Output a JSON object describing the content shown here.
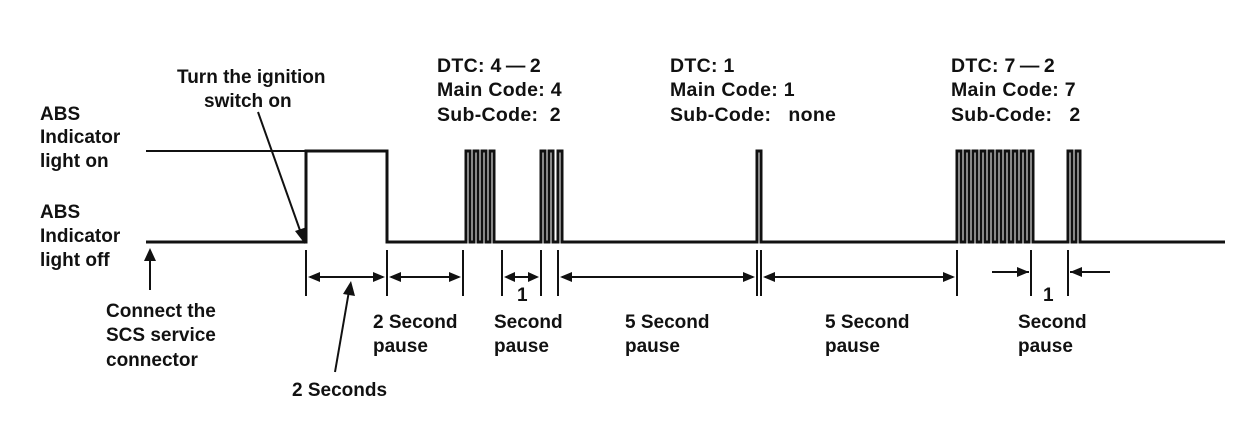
{
  "labels": {
    "on_line1": "ABS",
    "on_line2": "Indicator",
    "on_line3": "light on",
    "off_line1": "ABS",
    "off_line2": "Indicator",
    "off_line3": "light off",
    "ignition_line1": "Turn the ignition",
    "ignition_line2": "switch on",
    "connect_line1": "Connect the",
    "connect_line2": "SCS service",
    "connect_line3": "connector",
    "two_seconds": "2 Seconds"
  },
  "dtc_groups": [
    {
      "dtc": "DTC: 4 — 2",
      "main": "Main Code: 4",
      "sub": "Sub-Code:  2"
    },
    {
      "dtc": "DTC: 1",
      "main": "Main Code: 1",
      "sub": "Sub-Code:   none"
    },
    {
      "dtc": "DTC: 7 — 2",
      "main": "Main Code: 7",
      "sub": "Sub-Code:   2"
    }
  ],
  "pauses": [
    {
      "num": "",
      "line1": "2 Second",
      "line2": "pause"
    },
    {
      "num": "1",
      "line1": "Second",
      "line2": "pause"
    },
    {
      "num": "",
      "line1": "5 Second",
      "line2": "pause"
    },
    {
      "num": "",
      "line1": "5 Second",
      "line2": "pause"
    },
    {
      "num": "1",
      "line1": "Second",
      "line2": "pause"
    }
  ]
}
